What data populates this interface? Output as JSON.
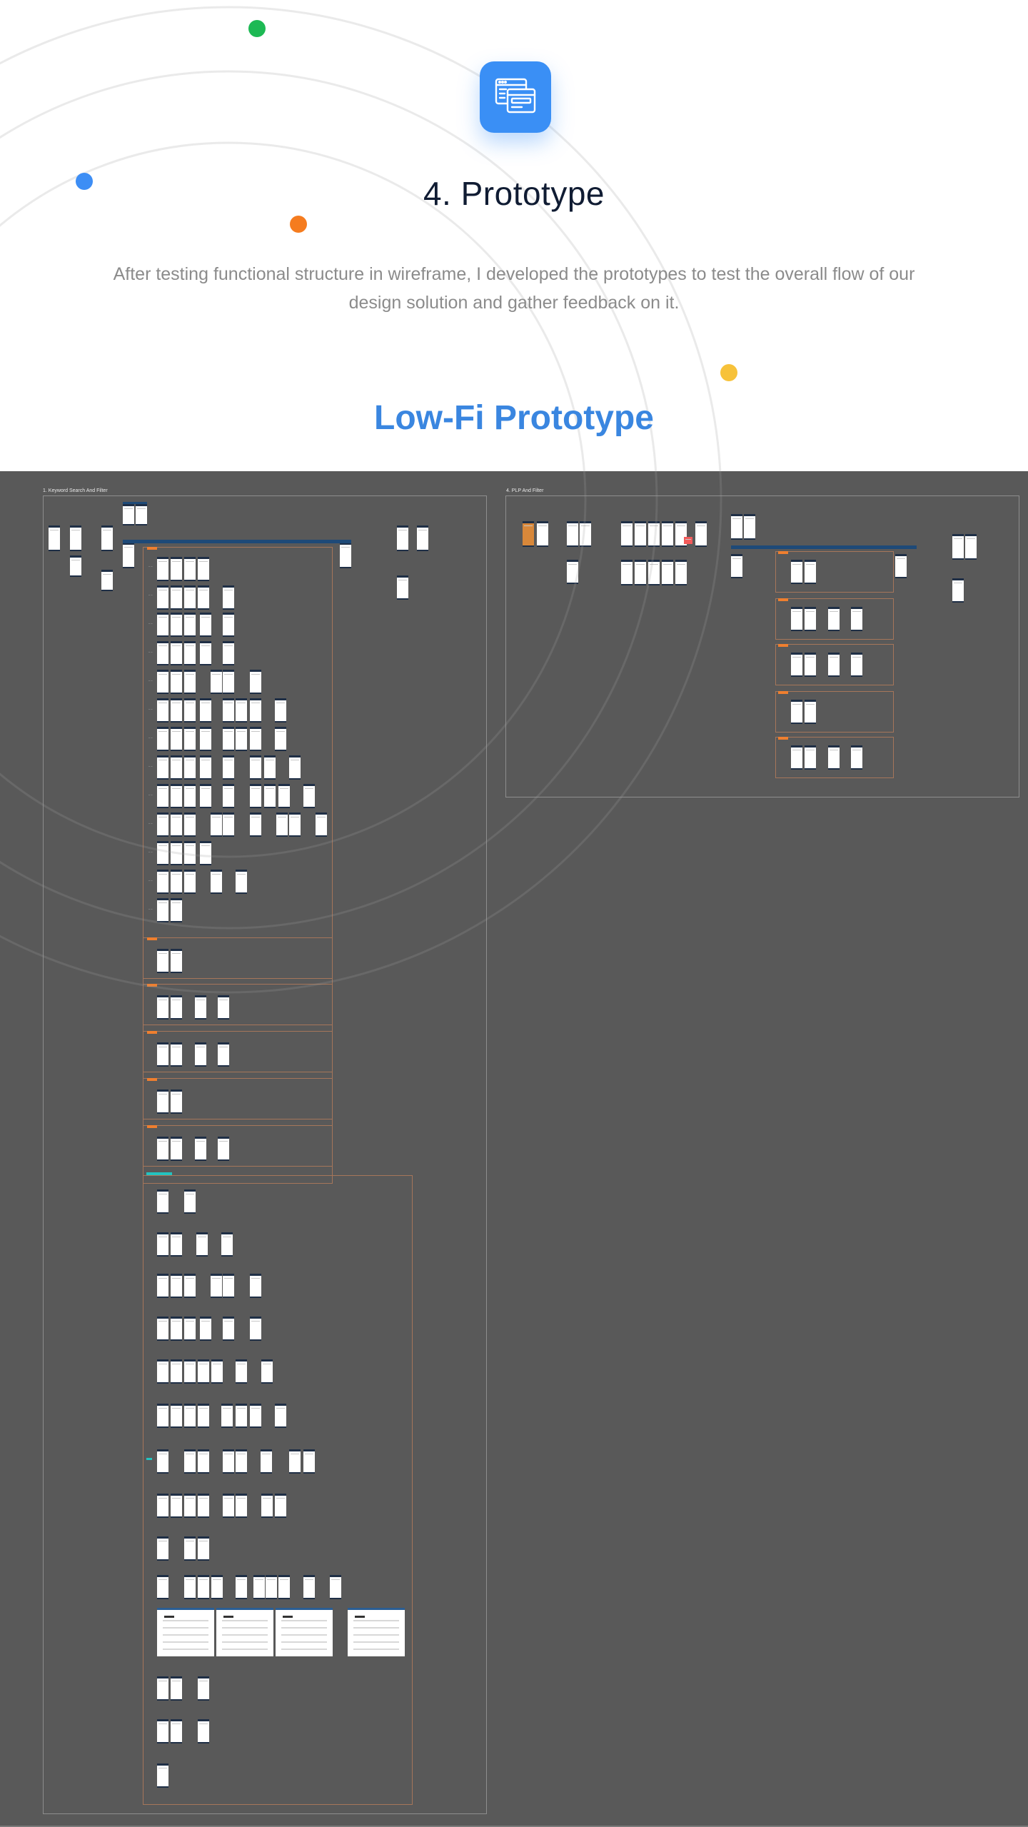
{
  "hero": {
    "icon": "browser-windows-icon",
    "title": "4. Prototype",
    "description": "After testing functional structure in wireframe, I developed the prototypes to test the overall flow of our design solution and gather feedback on it.",
    "subtitle": "Low-Fi Prototype",
    "dot_colors": {
      "green": "#1db954",
      "blue": "#3d8ef5",
      "orange": "#f57c1f",
      "yellow": "#f7c23a"
    },
    "accent": "#3a8ff5"
  },
  "canvas": {
    "background": "#595959",
    "section_left_label": "1. Keyword Search And Filter",
    "section_right_label": "4. PLP And Filter"
  }
}
